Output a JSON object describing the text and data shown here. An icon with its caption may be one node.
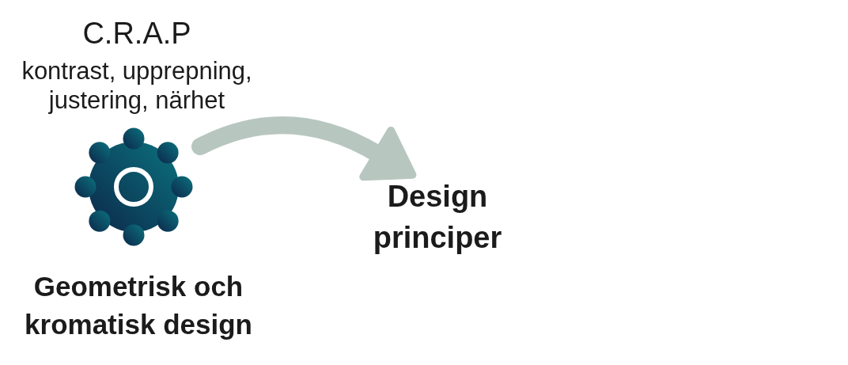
{
  "diagram": {
    "nodes": [
      {
        "text": [],
        "shape": "picture",
        "beside": [
          "C.R.A.P",
          "kontrast, upprepning, justering, närhet",
          "Geometrisk och kromatisk design"
        ]
      },
      {
        "text": [
          "Design principer"
        ]
      }
    ],
    "edges": [
      {
        "from": 0,
        "to": 1,
        "arrow": "to"
      }
    ]
  }
}
